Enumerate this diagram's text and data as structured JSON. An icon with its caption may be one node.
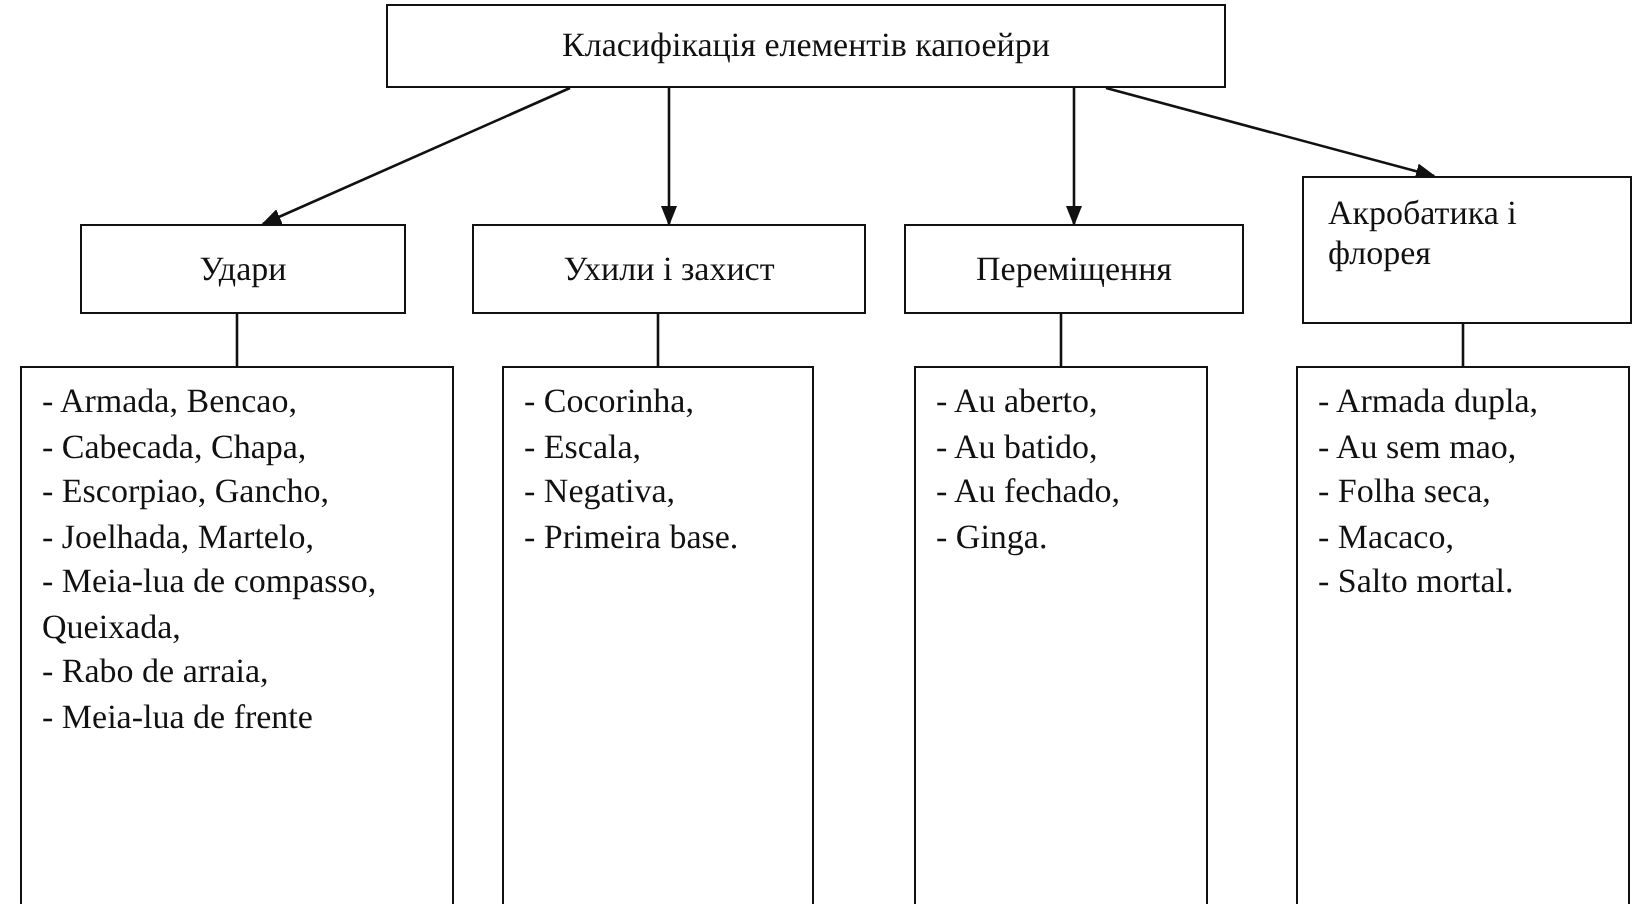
{
  "diagram": {
    "nodes": [
      {
        "text": [
          "Класифікація елементів капоейри"
        ]
      },
      {
        "text": [
          "Удари"
        ]
      },
      {
        "text": [
          "Ухили і захист"
        ]
      },
      {
        "text": [
          "Переміщення"
        ]
      },
      {
        "text": [
          "Акробатика і флорея"
        ]
      },
      {
        "text": [
          "- Armada, Bencao,",
          "- Cabecada, Chapa,",
          "- Escorpiao, Gancho,",
          "- Joelhada, Martelo,",
          "- Meia-lua de compasso, Queixada,",
          "- Rabo de arraia,",
          "- Meia-lua de frente"
        ]
      },
      {
        "text": [
          "- Cocorinha,",
          "- Escala,",
          "- Negativa,",
          "- Primeira base."
        ]
      },
      {
        "text": [
          "- Au aberto,",
          "- Au batido,",
          "- Au fechado,",
          "- Ginga."
        ]
      },
      {
        "text": [
          "- Armada dupla,",
          "- Au sem mao,",
          "- Folha seca,",
          "- Macaco,",
          "- Salto mortal."
        ]
      }
    ],
    "edges": [
      {
        "from": 0,
        "to": 1,
        "arrow": "to"
      },
      {
        "from": 0,
        "to": 2,
        "arrow": "to"
      },
      {
        "from": 0,
        "to": 3,
        "arrow": "to"
      },
      {
        "from": 0,
        "to": 4,
        "arrow": "to"
      },
      {
        "from": 1,
        "to": 5,
        "arrow": "none"
      },
      {
        "from": 2,
        "to": 6,
        "arrow": "none"
      },
      {
        "from": 3,
        "to": 7,
        "arrow": "none"
      },
      {
        "from": 4,
        "to": 8,
        "arrow": "none"
      }
    ]
  }
}
